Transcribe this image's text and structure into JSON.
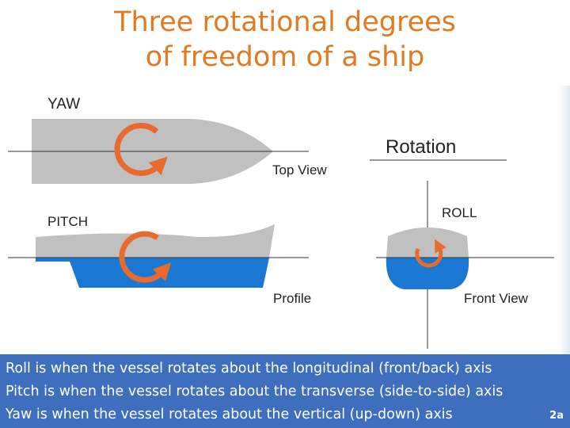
{
  "slide": {
    "title_lines": [
      "Three rotational degrees",
      "of freedom of a ship"
    ],
    "badge": "2a"
  },
  "diagram": {
    "labels": {
      "yaw": "YAW",
      "pitch": "PITCH",
      "top_view": "Top View",
      "profile": "Profile",
      "rotation": "Rotation",
      "roll": "ROLL",
      "front_view": "Front View"
    },
    "colors": {
      "hull": "#c0c0c0",
      "water": "#1a78d2",
      "arrow": "#e86a2c",
      "title": "#e07b24",
      "caption_bg": "#3e6fbf"
    },
    "icons": [
      "circular-arrow-icon"
    ]
  },
  "caption": {
    "roll": "Roll is when the vessel rotates about the longitudinal (front/back) axis",
    "pitch": "Pitch is when the vessel rotates about the transverse (side-to-side) axis",
    "yaw": "Yaw is when the vessel rotates about the vertical (up-down) axis"
  }
}
